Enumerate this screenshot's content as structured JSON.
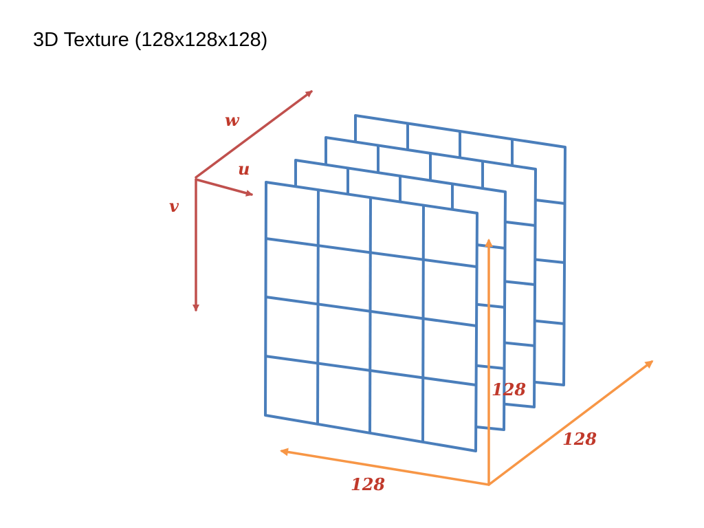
{
  "title": "3D Texture (128x128x128)",
  "axes": {
    "w_label": "w",
    "u_label": "u",
    "v_label": "v"
  },
  "dimensions": {
    "width_label": "128",
    "height_label": "128",
    "depth_label": "128"
  },
  "slices": {
    "count": 4,
    "rows": 4,
    "cols": 4
  },
  "colors": {
    "grid": "#4a7ebb",
    "uvw_axes": "#c0504d",
    "dimension_arrows": "#f79646",
    "uvw_labels": "#c0392b",
    "dimension_labels": "#c0392b"
  }
}
